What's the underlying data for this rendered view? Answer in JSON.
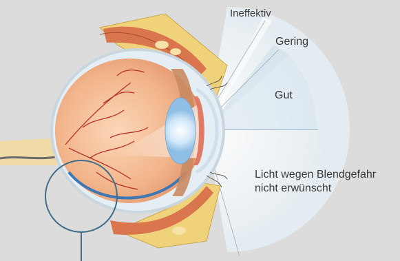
{
  "labels": {
    "ineffektiv": "Ineffektiv",
    "gering": "Gering",
    "gut": "Gut",
    "licht_line1": "Licht wegen Blendgefahr",
    "licht_line2": "nicht erwünscht"
  },
  "colors": {
    "background": "#dcdcdc",
    "zone_light": "#e8f1f6",
    "callout_line": "#3f6e8c",
    "retina_vessel": "#b5322a",
    "muscle": "#d9764e",
    "fat": "#f0d27a",
    "lens": "#b8d8f2"
  }
}
